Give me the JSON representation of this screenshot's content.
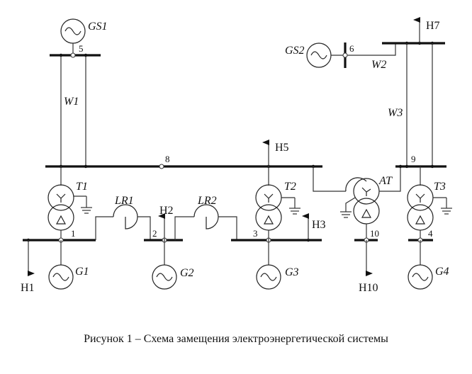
{
  "caption": "Рисунок 1 – Схема замещения электроэнергетической системы",
  "generators": {
    "GS1": "GS1",
    "GS2": "GS2",
    "G1": "G1",
    "G2": "G2",
    "G3": "G3",
    "G4": "G4"
  },
  "lines": {
    "W1": "W1",
    "W2": "W2",
    "W3": "W3"
  },
  "transformers": {
    "T1": "T1",
    "T2": "T2",
    "T3": "T3",
    "AT": "AT"
  },
  "reactors": {
    "LR1": "LR1",
    "LR2": "LR2"
  },
  "loads": {
    "H1": "H1",
    "H2": "H2",
    "H3": "H3",
    "H5": "H5",
    "H7": "H7",
    "H10": "H10"
  },
  "nodes": {
    "n1": "1",
    "n2": "2",
    "n3": "3",
    "n4": "4",
    "n5": "5",
    "n6": "6",
    "n8": "8",
    "n9": "9",
    "n10": "10"
  }
}
